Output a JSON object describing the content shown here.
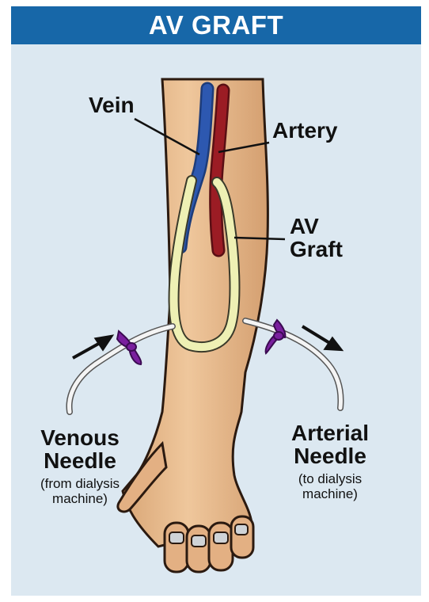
{
  "title": "AV GRAFT",
  "labels": {
    "vein": "Vein",
    "artery": "Artery",
    "av_graft": [
      "AV",
      "Graft"
    ],
    "venous_needle": [
      "Venous",
      "Needle"
    ],
    "venous_sub": [
      "(from dialysis",
      "machine)"
    ],
    "arterial_needle": [
      "Arterial",
      "Needle"
    ],
    "arterial_sub": [
      "(to dialysis",
      "machine)"
    ]
  },
  "colors": {
    "title_bar": "#1767a8",
    "background": "#dce8f1",
    "skin": "#e7b98c",
    "vein": "#2d58b0",
    "artery": "#9b1c24",
    "graft": "#eef0b4",
    "needle": "#7a1f9e"
  }
}
